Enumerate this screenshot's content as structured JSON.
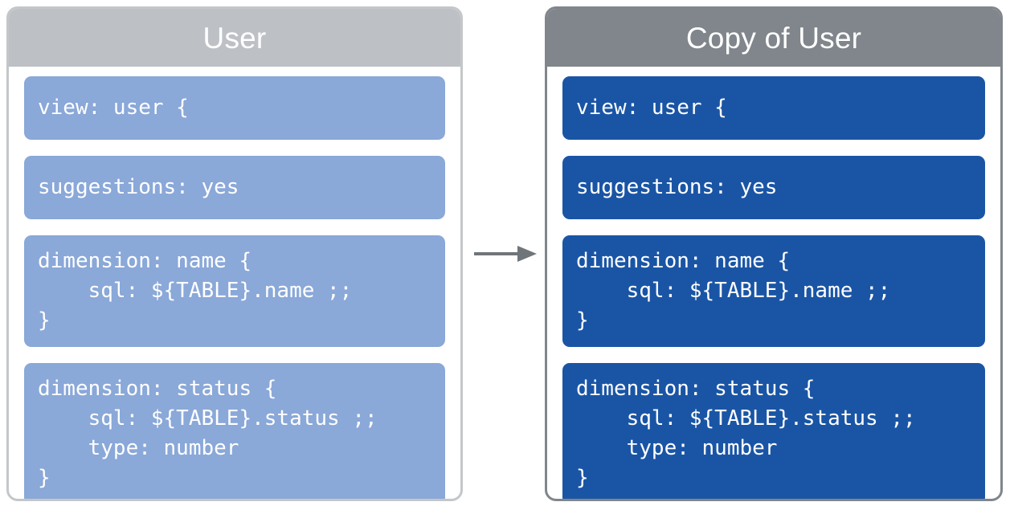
{
  "diagram": {
    "type": "flow-comparison",
    "arrow": {
      "direction": "right",
      "color": "#70757a",
      "meaning": "copied-to"
    }
  },
  "colors": {
    "source_header_bg": "#bdc1c6",
    "source_block_bg": "#8aa8d8",
    "source_border": "#c4c7c9",
    "copy_header_bg": "#80868b",
    "copy_block_bg": "#1a55a5",
    "copy_border": "#80868b",
    "text_on_block": "#ffffff",
    "page_bg": "#ffffff"
  },
  "panels": [
    {
      "id": "source",
      "title": "User",
      "blocks": [
        {
          "id": "view",
          "code": "view: user {"
        },
        {
          "id": "suggestions",
          "code": "suggestions: yes"
        },
        {
          "id": "dimension-name",
          "code": "dimension: name {\n    sql: ${TABLE}.name ;;\n}"
        },
        {
          "id": "dimension-status",
          "code": "dimension: status {\n    sql: ${TABLE}.status ;;\n    type: number\n}"
        }
      ]
    },
    {
      "id": "copy",
      "title": "Copy of User",
      "blocks": [
        {
          "id": "view",
          "code": "view: user {"
        },
        {
          "id": "suggestions",
          "code": "suggestions: yes"
        },
        {
          "id": "dimension-name",
          "code": "dimension: name {\n    sql: ${TABLE}.name ;;\n}"
        },
        {
          "id": "dimension-status",
          "code": "dimension: status {\n    sql: ${TABLE}.status ;;\n    type: number\n}"
        }
      ]
    }
  ]
}
